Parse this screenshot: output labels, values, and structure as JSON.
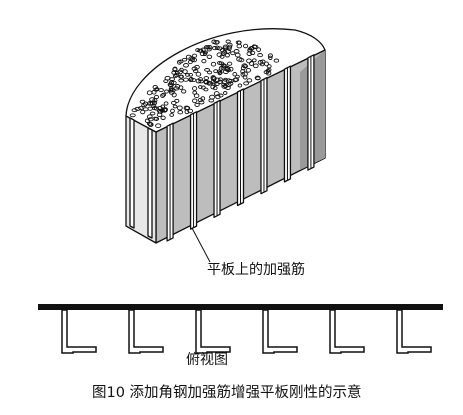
{
  "labels": {
    "stiffener_label": "平板上的加强筋",
    "top_view_label": "俯视图",
    "caption": "图10   添加角钢加强筋增强平板刚性的示意"
  },
  "colors": {
    "ink": "#111111",
    "background": "#ffffff",
    "front_face": "#e6e6e6",
    "side_face": "#bdbdbd",
    "side_face_dark": "#8f8f8f"
  },
  "figure": {
    "stiffener_count_3d": 7,
    "stiffener_count_top_view": 6
  }
}
